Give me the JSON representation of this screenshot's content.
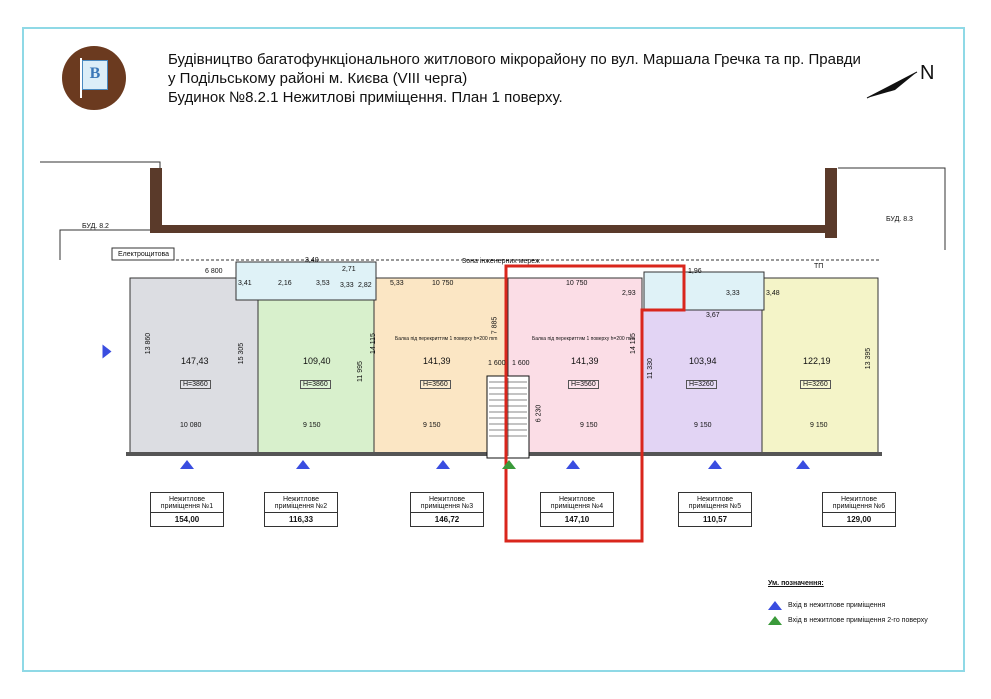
{
  "header": {
    "line1": "Будівництво багатофункціонального житлового мікрорайону по вул. Маршала Гречка та пр. Правди",
    "line2": "у Подільському районі м. Києва (VIII черга)",
    "line3": "Будинок №8.2.1  Нежитлові приміщення. План 1 поверху."
  },
  "logo_letter": "B",
  "north_label": "N",
  "labels": {
    "bud_left": "БУД. 8.2",
    "bud_right": "БУД. 8.3",
    "electro": "Електрощитова",
    "zone": "Зона інженерних мереж",
    "tp": "ТП",
    "beam": "Балка під перекриттям 1 поверху h=200 mm"
  },
  "rooms": [
    {
      "area": "147,43",
      "height": "H=3860",
      "width": "10 080",
      "top": "6 800",
      "side": "13 860",
      "color": "#dcdde2"
    },
    {
      "area": "109,40",
      "height": "H=3860",
      "width": "9 150",
      "top": "3,40",
      "side": "15 305",
      "color": "#d8f0cc"
    },
    {
      "area": "141,39",
      "height": "H=3560",
      "width": "9 150",
      "top": "10 750",
      "side": "14 115",
      "color": "#fbe6c4"
    },
    {
      "area": "141,39",
      "height": "H=3560",
      "width": "9 150",
      "top": "10 750",
      "side": "14 115",
      "color": "#fbdde6"
    },
    {
      "area": "103,94",
      "height": "H=3260",
      "width": "9 150",
      "top": "1,96",
      "side": "11 330",
      "color": "#e2d4f4"
    },
    {
      "area": "122,19",
      "height": "H=3260",
      "width": "9 150",
      "top": "3,48",
      "side": "13 395",
      "color": "#f4f4c8"
    }
  ],
  "wc_areas": [
    "3,41",
    "2,16",
    "3,53",
    "2,71",
    "3,33",
    "2,82",
    "5,33",
    "2,93",
    "3,67",
    "3,33"
  ],
  "misc_dims": [
    "1 600",
    "1 600",
    "7 885",
    "11 995",
    "6 230"
  ],
  "cards": [
    {
      "name": "Нежитлове приміщення №1",
      "value": "154,00"
    },
    {
      "name": "Нежитлове приміщення №2",
      "value": "116,33"
    },
    {
      "name": "Нежитлове приміщення №3",
      "value": "146,72"
    },
    {
      "name": "Нежитлове приміщення №4",
      "value": "147,10"
    },
    {
      "name": "Нежитлове приміщення №5",
      "value": "110,57"
    },
    {
      "name": "Нежитлове приміщення №6",
      "value": "129,00"
    }
  ],
  "legend": {
    "title": "Ум. позначення:",
    "blue": "Вхід в нежитлове приміщення",
    "green": "Вхід в нежитлове приміщення 2-го поверху"
  },
  "colors": {
    "highlight": "#d9261c",
    "entry_blue": "#3a4de0",
    "entry_green": "#3a9a3a",
    "frame": "#8fd9e6"
  }
}
